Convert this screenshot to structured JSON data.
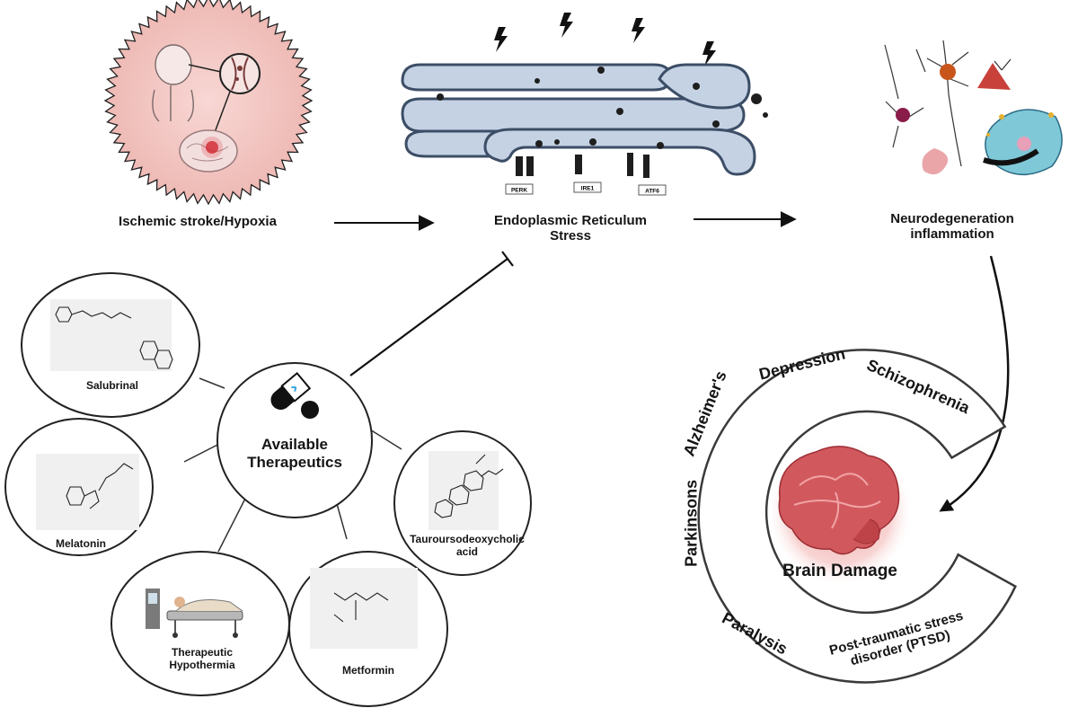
{
  "pathway": {
    "stroke_label": "Ischemic stroke/Hypoxia",
    "er_label_line1": "Endoplasmic Reticulum",
    "er_label_line2": "Stress",
    "neuro_label_line1": "Neurodegeneration",
    "neuro_label_line2": "inflammation",
    "sensors": [
      "PERK",
      "IRE1",
      "ATF6"
    ]
  },
  "therapeutics": {
    "center_line1": "Available",
    "center_line2": "Therapeutics",
    "items": [
      {
        "label_line1": "Salubrinal",
        "label_line2": ""
      },
      {
        "label_line1": "Melatonin",
        "label_line2": ""
      },
      {
        "label_line1": "Therapeutic",
        "label_line2": "Hypothermia"
      },
      {
        "label_line1": "Metformin",
        "label_line2": ""
      },
      {
        "label_line1": "Tauroursodeoxycholic",
        "label_line2": "acid"
      }
    ]
  },
  "damage": {
    "center_label": "Brain Damage",
    "conditions": [
      "Depression",
      "Schizophrenia",
      "Alzheimer's",
      "Parkinsons",
      "Paralysis",
      "Post-traumatic stress",
      "disorder (PTSD)"
    ]
  },
  "colors": {
    "er_fill": "#c4d2e4",
    "er_stroke": "#3c4e66",
    "ring_fill": "#ffffff",
    "ring_stroke": "#3a3a3a",
    "brain": "#c94a52",
    "stroke_bg": "#f1c4c0"
  }
}
